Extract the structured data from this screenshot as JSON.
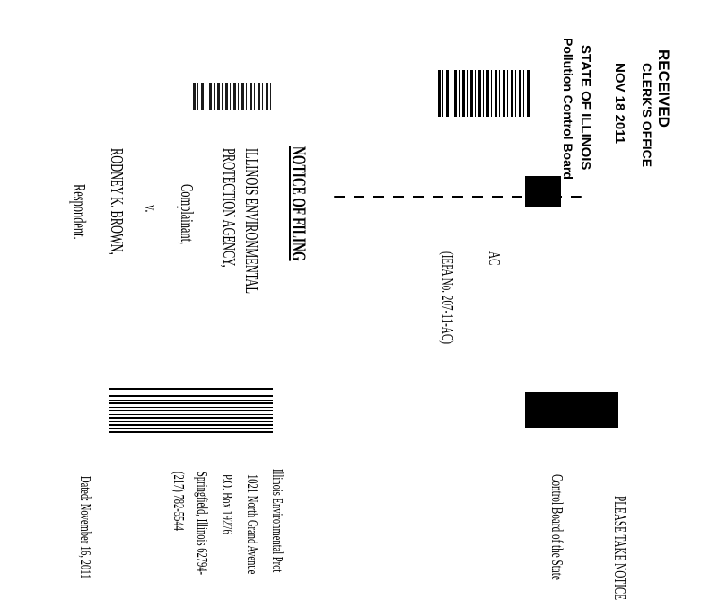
{
  "stamp": {
    "received": "RECEIVED",
    "clerks_office": "CLERK'S OFFICE",
    "date": "NOV 18 2011",
    "state": "STATE OF ILLINOIS",
    "board": "Pollution Control Board"
  },
  "title": "NOTICE OF FILING",
  "caption": {
    "complainant_name_1": "ILLINOIS ENVIRONMENTAL",
    "complainant_name_2": "PROTECTION AGENCY,",
    "complainant_role": "Complainant,",
    "versus": "v.",
    "respondent_name": "RODNEY K. BROWN,",
    "respondent_role": "Respondent."
  },
  "case": {
    "docket_suffix": "AC",
    "iepa_no": "(IEPA No. 207-11-AC)"
  },
  "notice": {
    "line_1": "PLEASE TAKE NOTICE",
    "line_2": "Control Board of the State"
  },
  "address": {
    "line_1": "Illinois Environmental Prot",
    "line_2": "1021 North Grand Avenue",
    "line_3": "P.O. Box 19276",
    "line_4": "Springfield, Illinois 62794-",
    "line_5": "(217) 782-5544"
  },
  "dated": "Dated: November 16, 2011"
}
